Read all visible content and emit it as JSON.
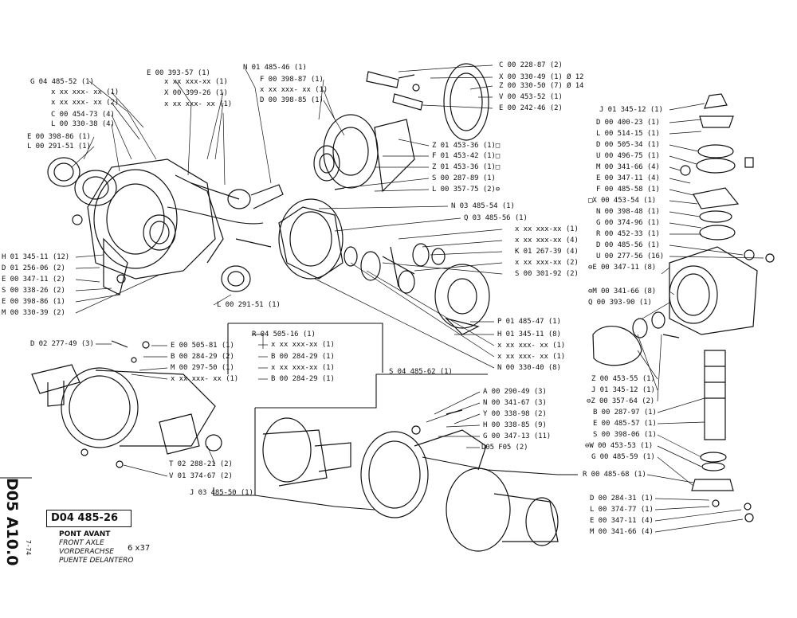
{
  "sheet_code": "D05 A10.0",
  "date_code": "7-74",
  "title_block": {
    "ref": "D04 485-26",
    "fr": "PONT AVANT",
    "en": "FRONT AXLE",
    "de": "VORDERACHSE",
    "es": "PUENTE DELANTERO",
    "size": "6 x37"
  },
  "part_labels": [
    "G 04 485-52 (1)",
    "x xx xxx- xx (1)",
    "x xx xxx- xx (2)",
    "C 00 454-73 (4)",
    "L 00 330-38 (4)",
    "E 00 398-86 (1)",
    "L 00 291-51 (1)",
    "E 00 393-57 (1)",
    "x xx xxx-xx (1)",
    "X 00 399-26 (1)",
    "x xx xxx- xx (1)",
    "N 01 485-46 (1)",
    "F 00 398-87 (1)",
    "x xx xxx- xx (1)",
    "D 00 398-85 (1)",
    "C 00 228-87 (2)",
    "X 00 330-49 (1) Ø 12",
    "Z 00 330-50 (7) Ø 14",
    "V 00 453-52 (1)",
    "E 00 242-46 (2)",
    "Z 01 453-36 (1)□",
    "F 01 453-42 (1)□",
    "Z 01 453-36 (1)□",
    "S 00 287-89 (1)",
    "L 00 357-75 (2)⊖",
    "N 03 485-54 (1)",
    "Q 03 485-56 (1)",
    "x xx xxx-xx (1)",
    "x xx xxx-xx (4)",
    "K 01 267-39 (4)",
    "x xx xxx-xx (2)",
    "S 00 301-92 (2)",
    "H 01 345-11 (12)",
    "D 01 256-06 (2)",
    "E 00 347-11 (2)",
    "S 00 338-26 (2)",
    "E 00 398-86 (1)",
    "M 00 330-39 (2)",
    "L 00 291-51 (1)",
    "P 01 485-47 (1)",
    "H 01 345-11 (8)",
    "x xx xxx- xx (1)",
    "x xx xxx- xx (1)",
    "N 00 330-40 (8)",
    "D 02 277-49 (3)",
    "E 00 505-81 (1)",
    "B 00 284-29 (2)",
    "M 00 297-50 (1)",
    "x xx xxx- xx (1)",
    "R 04 505-16 (1)",
    "x xx xxx-xx (1)",
    "B 00 284-29 (1)",
    "x xx xxx-xx (1)",
    "B 00 284-29 (1)",
    "S 04 485-62 (1)",
    "T 02 288-21 (2)",
    "V 01 374-67 (2)",
    "J 03 485-50 (1)",
    "A 00 290-49 (3)",
    "N 00 341-67 (3)",
    "Y 00 338-98 (2)",
    "H 00 338-85 (9)",
    "G 00 347-13 (11)",
    "D05 F05 (2)",
    "J 01 345-12 (1)",
    "D 00 400-23 (1)",
    "L 00 514-15 (1)",
    "D 00 505-34 (1)",
    "U 00 496-75 (1)",
    "M 00 341-66 (4)",
    "E 00 347-11 (4)",
    "F 00 485-58 (1)",
    "□X 00 453-54 (1)",
    "N 00 398-48 (1)",
    "G 00 374-96 (1)",
    "R 00 452-33 (1)",
    "D 00 485-56 (1)",
    "U 00 277-56 (16)",
    "⊖E 00 347-11 (8)",
    "⊖M 00 341-66 (8)",
    "Q 00 393-90 (1)",
    "Z 00 453-55 (1)",
    "J 01 345-12 (1)",
    "⊖Z 00 357-64 (2)",
    "B 00 287-97 (1)",
    "E 00 485-57 (1)",
    "S 00 398-06 (1)",
    "⊖W 00 453-53 (1)",
    "G 00 485-59 (1)",
    "R 00 485-68 (1)",
    "D 00 284-31 (1)",
    "L 00 374-77 (1)",
    "E 00 347-11 (4)",
    "M 00 341-66 (4)"
  ]
}
